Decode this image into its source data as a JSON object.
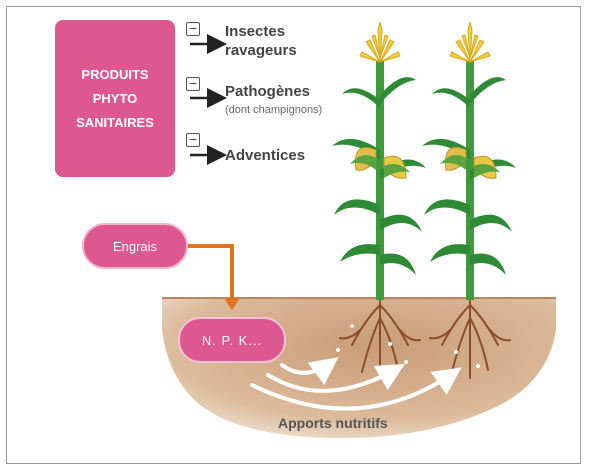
{
  "products": {
    "line1": "PRODUITS",
    "line2": "PHYTO",
    "line3": "SANITAIRES"
  },
  "targets": [
    {
      "symbol": "−",
      "label_line1": "Insectes",
      "label_line2": "ravageurs"
    },
    {
      "symbol": "−",
      "label": "Pathogènes",
      "note": "(dont champignons)"
    },
    {
      "symbol": "−",
      "label": "Adventices"
    }
  ],
  "fertilizer": {
    "label": "Engrais",
    "nutrients": "N. P. K..."
  },
  "caption": "Apports nutritifs",
  "colors": {
    "pink": "#dd5791",
    "orange_arrow": "#e0731e",
    "soil": "#d4ae8c",
    "leaf_green": "#2e8a34",
    "corn_yellow": "#f2cf3b"
  }
}
